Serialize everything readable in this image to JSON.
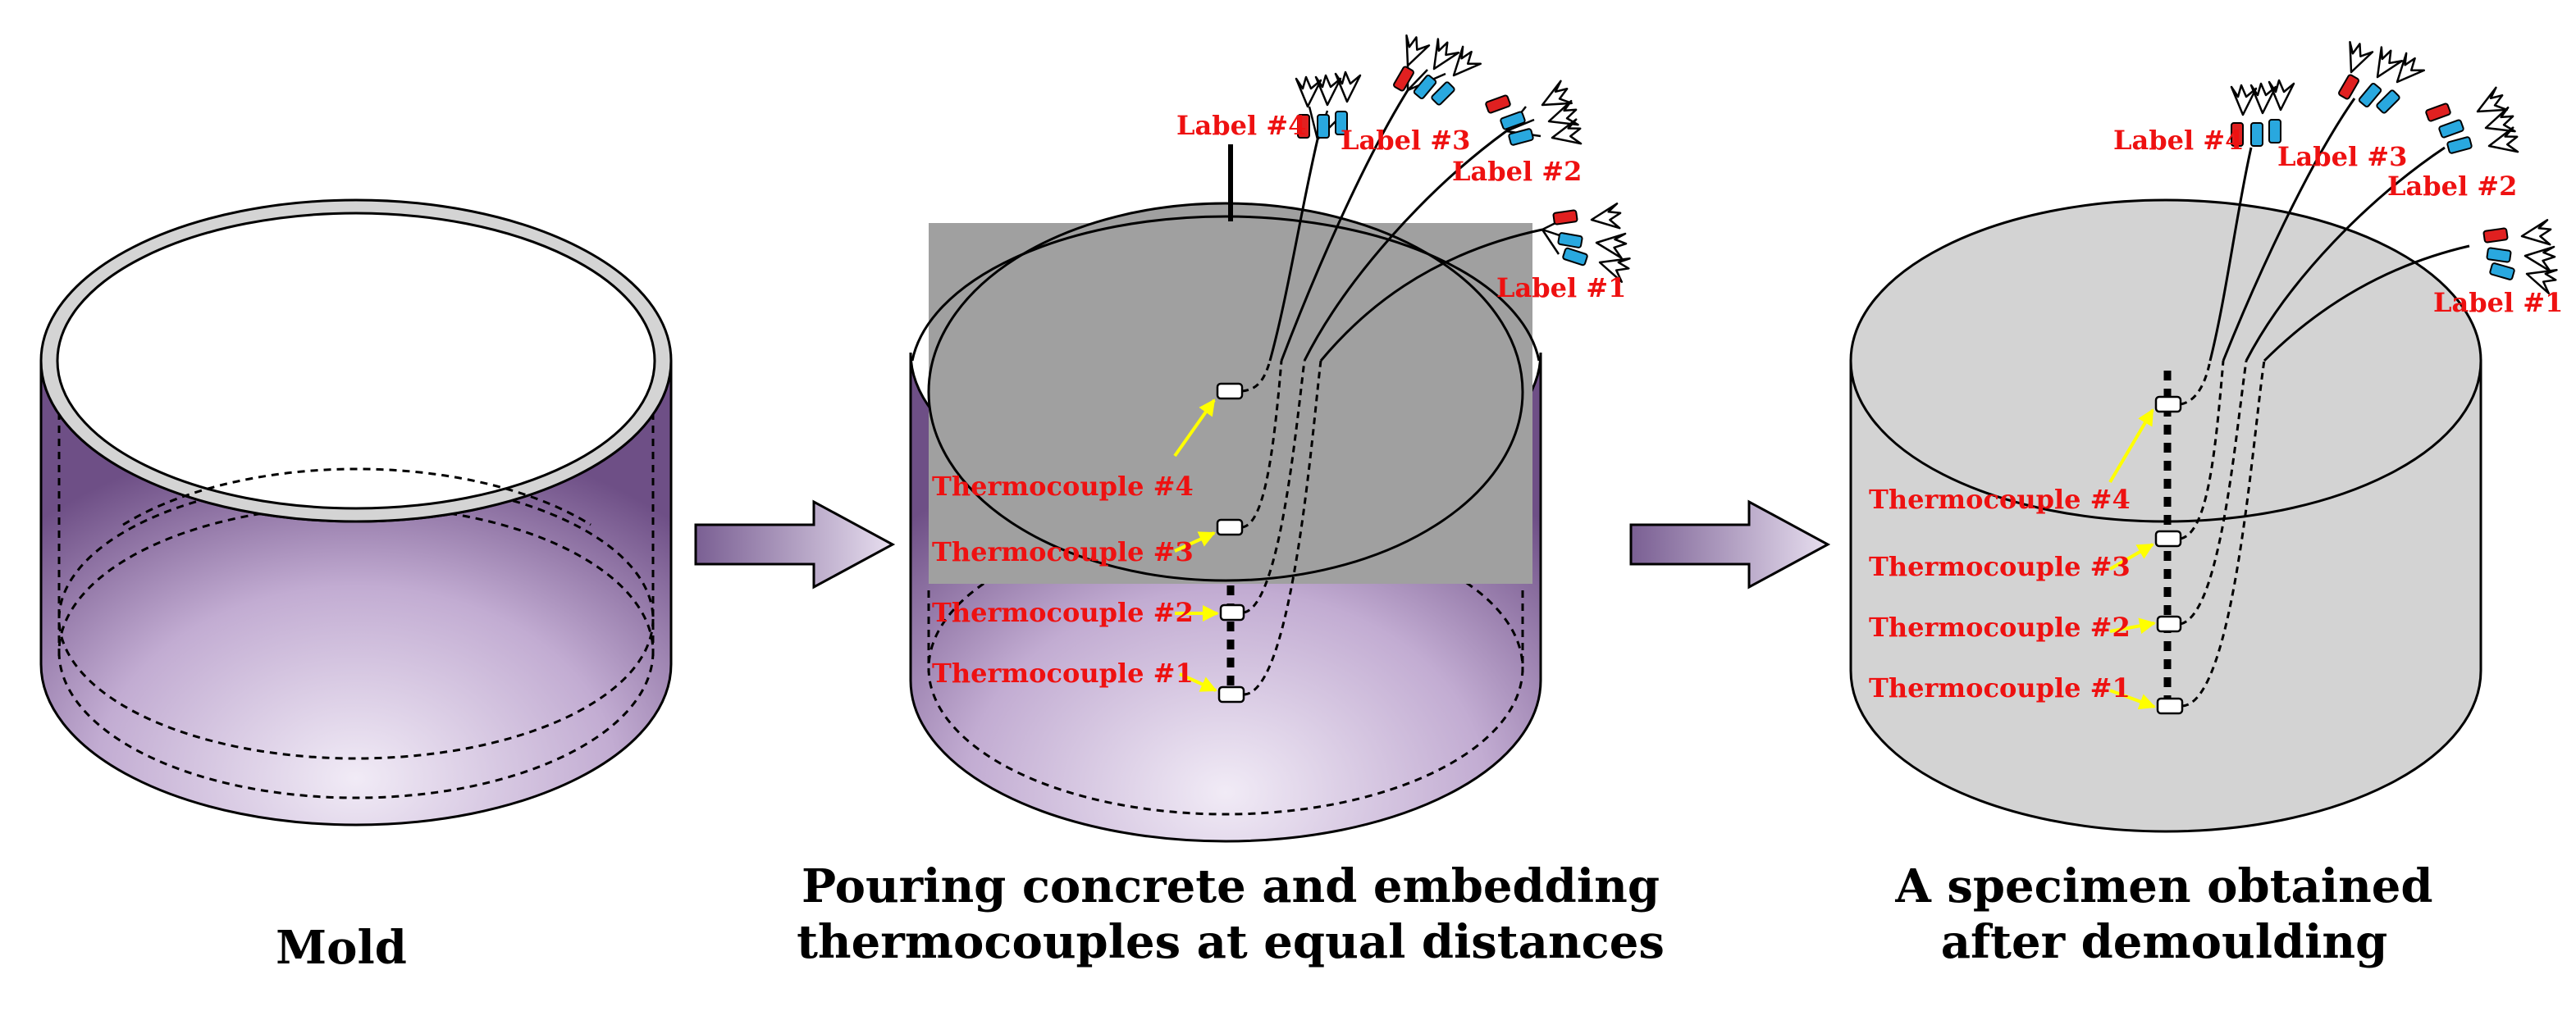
{
  "colors": {
    "label_red": "#ee1111",
    "arrow_yellow": "#ffff00",
    "mold_purple_dark": "#6e4f86",
    "mold_purple_light": "#ece4f2",
    "concrete_gray": "#a0a0a0",
    "specimen_gray": "#d3d3d3",
    "tag_red": "#e02020",
    "tag_blue": "#29a8df"
  },
  "panels": {
    "mold": {
      "caption": "Mold"
    },
    "pouring": {
      "caption_line1": "Pouring concrete and embedding",
      "caption_line2": "thermocouples at equal distances",
      "thermocouples": [
        "Thermocouple #4",
        "Thermocouple #3",
        "Thermocouple #2",
        "Thermocouple #1"
      ],
      "labels": [
        "Label #4",
        "Label #3",
        "Label #2",
        "Label #1"
      ]
    },
    "specimen": {
      "caption_line1": "A specimen obtained",
      "caption_line2": "after demoulding",
      "thermocouples": [
        "Thermocouple #4",
        "Thermocouple #3",
        "Thermocouple #2",
        "Thermocouple #1"
      ],
      "labels": [
        "Label #4",
        "Label #3",
        "Label #2",
        "Label #1"
      ]
    }
  },
  "flow_arrows": [
    "flow-arrow",
    "flow-arrow"
  ]
}
